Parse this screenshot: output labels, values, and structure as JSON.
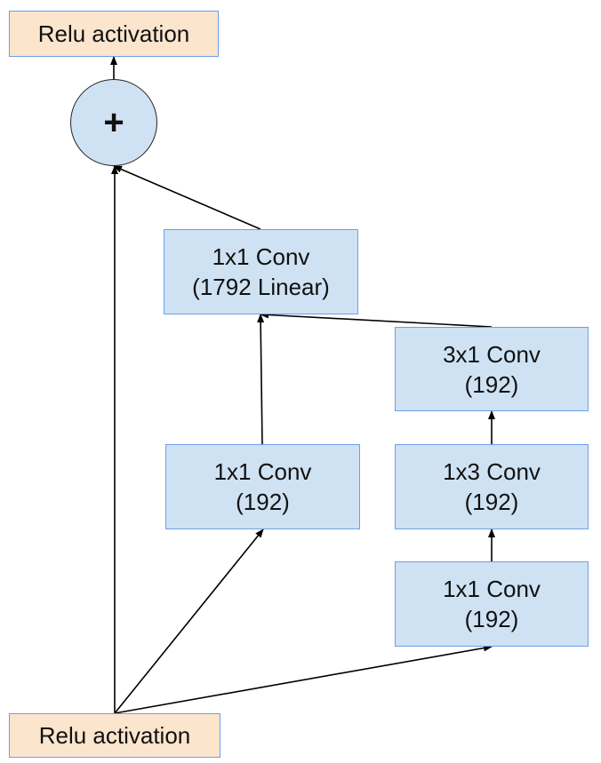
{
  "colors": {
    "conv_fill": "#cfe2f3",
    "conv_border": "#6d9eeb",
    "activation_fill": "#fce5cd",
    "edge": "#000000"
  },
  "nodes": {
    "relu_bottom": {
      "line1": "Relu activation"
    },
    "relu_top": {
      "line1": "Relu activation"
    },
    "add": {
      "symbol": "+"
    },
    "conv_linear": {
      "line1": "1x1 Conv",
      "line2": "(1792 Linear)"
    },
    "conv_left": {
      "line1": "1x1 Conv",
      "line2": "(192)"
    },
    "conv_3x1": {
      "line1": "3x1 Conv",
      "line2": "(192)"
    },
    "conv_1x3": {
      "line1": "1x3 Conv",
      "line2": "(192)"
    },
    "conv_right_bottom": {
      "line1": "1x1 Conv",
      "line2": "(192)"
    }
  },
  "edges": [
    {
      "from": "relu_bottom",
      "to": "add"
    },
    {
      "from": "relu_bottom",
      "to": "conv_left"
    },
    {
      "from": "relu_bottom",
      "to": "conv_right_bottom"
    },
    {
      "from": "conv_right_bottom",
      "to": "conv_1x3"
    },
    {
      "from": "conv_1x3",
      "to": "conv_3x1"
    },
    {
      "from": "conv_3x1",
      "to": "conv_linear"
    },
    {
      "from": "conv_left",
      "to": "conv_linear"
    },
    {
      "from": "conv_linear",
      "to": "add"
    },
    {
      "from": "add",
      "to": "relu_top"
    }
  ]
}
